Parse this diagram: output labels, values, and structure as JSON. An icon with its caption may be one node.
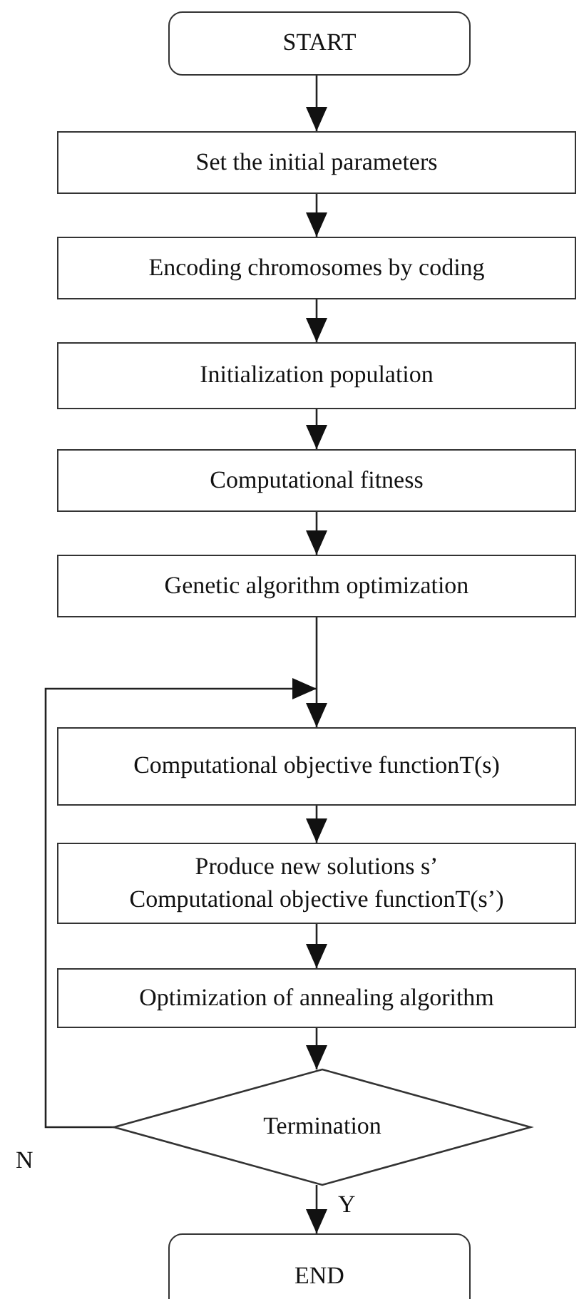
{
  "diagram": {
    "nodes": [
      {
        "text": [
          "START"
        ]
      },
      {
        "text": [
          "Set the initial parameters"
        ]
      },
      {
        "text": [
          "Encoding chromosomes by coding"
        ]
      },
      {
        "text": [
          "Initialization population"
        ]
      },
      {
        "text": [
          "Computational fitness"
        ]
      },
      {
        "text": [
          "Genetic algorithm optimization"
        ]
      },
      {
        "text": [
          "Computational objective functionT(s)"
        ]
      },
      {
        "text": [
          "Produce new solutions s’",
          "Computational objective functionT(s’)"
        ]
      },
      {
        "text": [
          "Optimization of annealing algorithm"
        ]
      },
      {
        "text": [
          "Termination"
        ]
      },
      {
        "text": [
          "END"
        ]
      }
    ],
    "edges": [
      {
        "from": 0,
        "to": 1,
        "arrow": "to"
      },
      {
        "from": 1,
        "to": 2,
        "arrow": "to"
      },
      {
        "from": 2,
        "to": 3,
        "arrow": "to"
      },
      {
        "from": 3,
        "to": 4,
        "arrow": "to"
      },
      {
        "from": 4,
        "to": 5,
        "arrow": "to"
      },
      {
        "from": 5,
        "to": 6,
        "arrow": "to"
      },
      {
        "from": 6,
        "to": 7,
        "arrow": "to"
      },
      {
        "from": 7,
        "to": 8,
        "arrow": "to"
      },
      {
        "from": 8,
        "to": 9,
        "arrow": "to"
      },
      {
        "from": 9,
        "to": 6,
        "arrow": "to",
        "label": "N"
      },
      {
        "from": 9,
        "to": 10,
        "arrow": "to",
        "label": "Y"
      }
    ]
  }
}
